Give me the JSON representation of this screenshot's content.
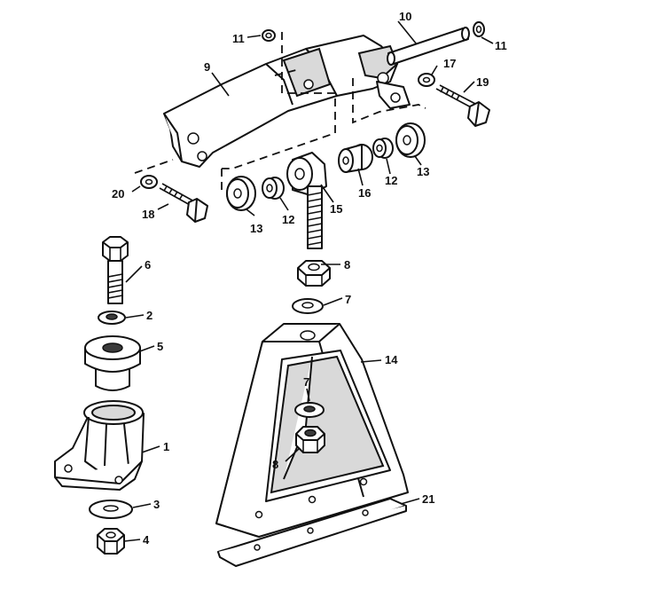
{
  "callouts": {
    "c1": "1",
    "c2": "2",
    "c3": "3",
    "c4": "4",
    "c5": "5",
    "c6": "6",
    "c7a": "7",
    "c7b": "7",
    "c8a": "8",
    "c8b": "8",
    "c9": "9",
    "c10": "10",
    "c11a": "11",
    "c11b": "11",
    "c12a": "12",
    "c12b": "12",
    "c13a": "13",
    "c13b": "13",
    "c14": "14",
    "c15": "15",
    "c16": "16",
    "c17": "17",
    "c18": "18",
    "c19": "19",
    "c20": "20",
    "c21": "21"
  }
}
